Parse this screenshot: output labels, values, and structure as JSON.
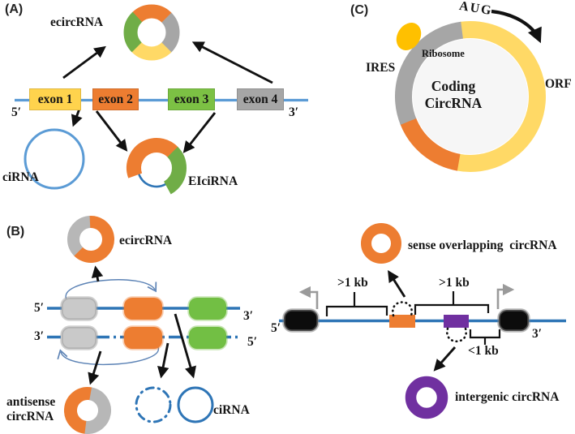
{
  "colors": {
    "orange": "#ED7D31",
    "yellow": "#FFD966",
    "green": "#70AD47",
    "gray": "#A6A6A6",
    "strand_blue": "#2E75B6",
    "light_blue": "#5B9BD5",
    "purple": "#7030A0",
    "ribosome_gold": "#FFC000",
    "promoter_gray": "#9A9A9A",
    "black": "#111111"
  },
  "panel_a": {
    "label": "(A)",
    "ecircrna_label": "ecircRNA",
    "five_prime": "5′",
    "three_prime": "3′",
    "exons": [
      {
        "label": "exon 1",
        "color": "#FFD34D"
      },
      {
        "label": "exon 2",
        "color": "#ED7D31"
      },
      {
        "label": "exon 3",
        "color": "#7CC144"
      },
      {
        "label": "exon 4",
        "color": "#A6A6A6"
      }
    ],
    "cirna_label": "ciRNA",
    "eicirna_label": "EIciRNA"
  },
  "panel_b": {
    "label": "(B)",
    "ecircrna_label": "ecircRNA",
    "top_strand": {
      "left": "5′",
      "right": "3′"
    },
    "bottom_strand": {
      "left": "3′",
      "right": "5′"
    },
    "antisense_line1": "antisense",
    "antisense_line2": "circRNA",
    "cirna_label": "ciRNA",
    "sense_overlapping_label": "sense overlapping  circRNA",
    "kb_left": ">1 kb",
    "kb_middle": ">1 kb",
    "kb_right": "<1 kb",
    "gene_five_prime": "5′",
    "gene_three_prime": "3′",
    "intergenic_label": "intergenic circRNA"
  },
  "panel_c": {
    "label": "(C)",
    "aug": "AUG",
    "ribosome": "Ribosome",
    "ires": "IRES",
    "coding_line1": "Coding",
    "coding_line2": "CircRNA",
    "orf": "ORF"
  }
}
